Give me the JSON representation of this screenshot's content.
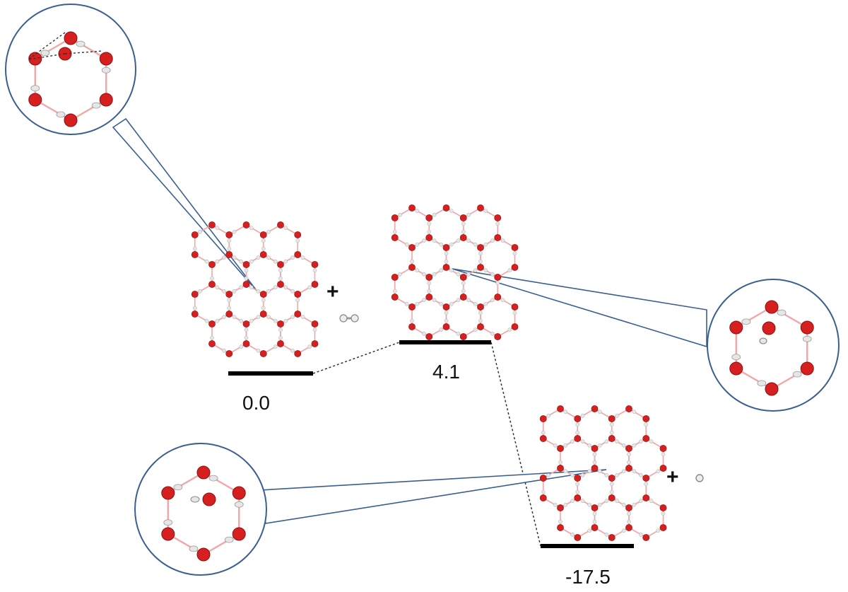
{
  "energy_levels": [
    {
      "value": "0.0"
    },
    {
      "value": "4.1"
    },
    {
      "value": "-17.5"
    }
  ],
  "plus_sign": "+",
  "colors": {
    "oxygen": "#d62020",
    "hydrogen": "#e6e6e6",
    "bond": "#f2a6a6",
    "callout": "#3a5f8f",
    "level": "#000000"
  },
  "icons": {
    "h2_molecule": "h2-molecule-icon",
    "h_atom": "hydrogen-atom-icon"
  }
}
